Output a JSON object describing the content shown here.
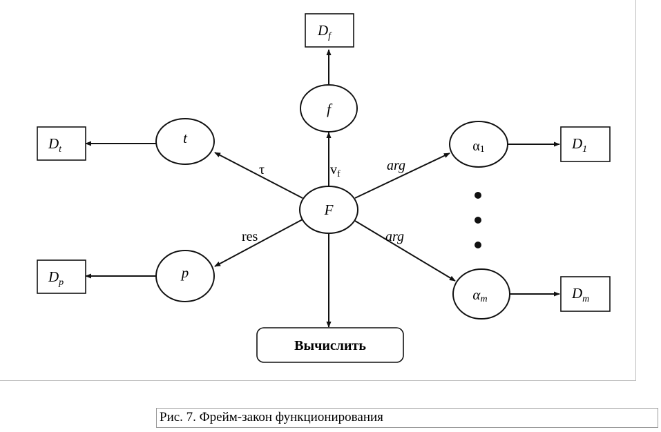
{
  "diagram": {
    "center": {
      "label": "F"
    },
    "nodes": {
      "f": {
        "label": "f",
        "domain": "D",
        "domain_sub": "f"
      },
      "t": {
        "label": "t",
        "domain": "D",
        "domain_sub": "t"
      },
      "p": {
        "label": "p",
        "domain": "D",
        "domain_sub": "p"
      },
      "a1": {
        "label": "α",
        "sub": "1",
        "domain": "D",
        "domain_sub": "1"
      },
      "am": {
        "label": "α",
        "sub": "m",
        "domain": "D",
        "domain_sub": "m"
      }
    },
    "edges": {
      "to_f": {
        "label": "v",
        "sub": "f"
      },
      "to_t": {
        "label": "τ"
      },
      "to_p": {
        "label": "res"
      },
      "to_a1": {
        "label": "arg"
      },
      "to_am": {
        "label": "arg"
      }
    },
    "action": {
      "label": "Вычислить"
    }
  },
  "caption": "Рис. 7. Фрейм-закон функционирования"
}
